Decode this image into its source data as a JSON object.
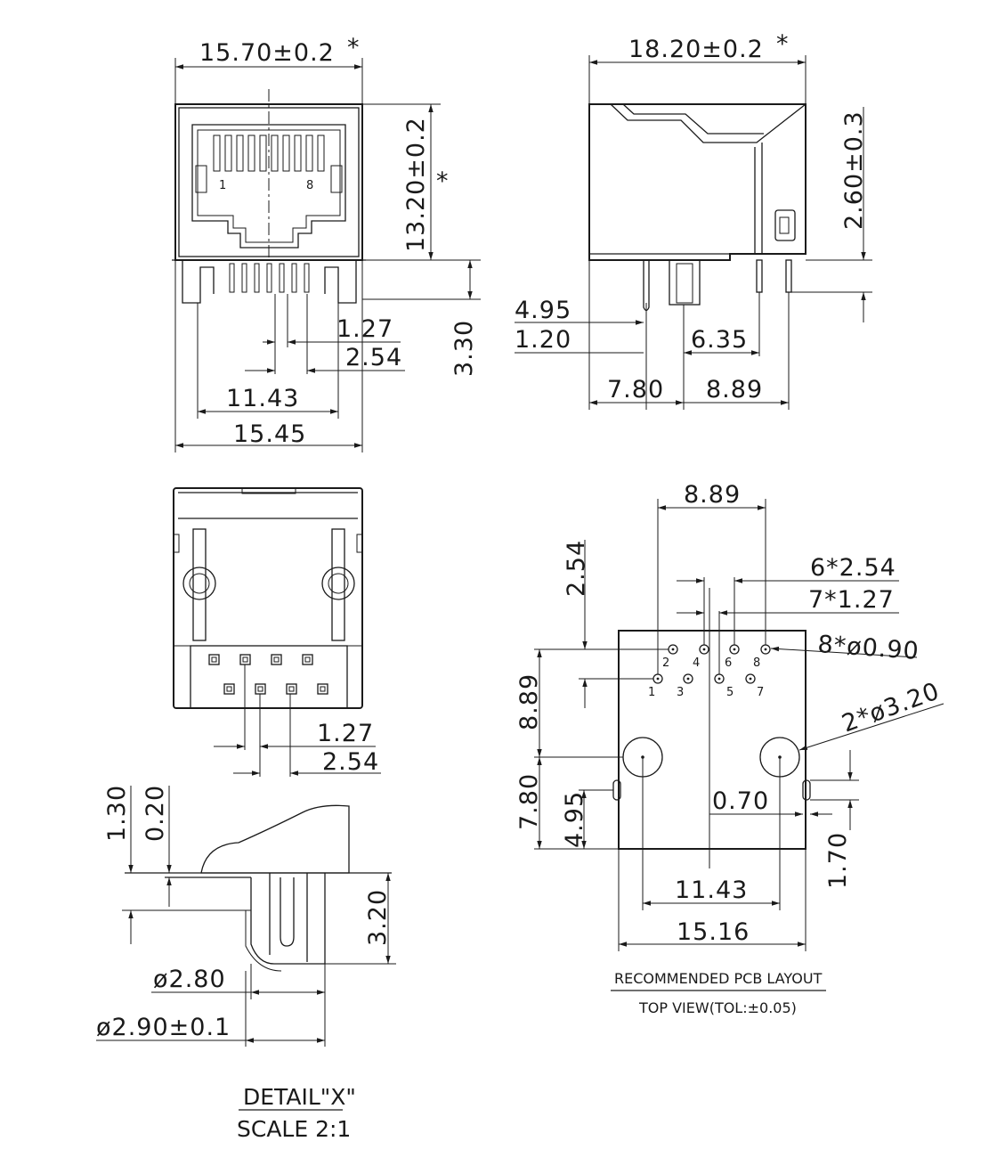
{
  "front_view": {
    "width_tol": "15.70±0.2",
    "height_tol": "13.20±0.2",
    "star_top": "*",
    "star_side": "*",
    "pin1_label": "1",
    "pin8_label": "8",
    "dim_pitch_small": "1.27",
    "dim_pitch_large": "2.54",
    "dim_leg_span": "11.43",
    "dim_base_width": "15.45",
    "dim_leg_length": "3.30"
  },
  "side_view": {
    "length_tol": "18.20±0.2",
    "star": "*",
    "dim_offset": "2.60±0.3",
    "dim_a": "4.95",
    "dim_b": "1.20",
    "dim_c": "6.35",
    "dim_d": "7.80",
    "dim_e": "8.89"
  },
  "bottom_view": {
    "dim_pitch_small": "1.27",
    "dim_pitch_large": "2.54"
  },
  "detail_view": {
    "dim_h1": "1.30",
    "dim_h2": "0.20",
    "dim_h3": "3.20",
    "dim_d1": "ø2.80",
    "dim_d2": "ø2.90±0.1",
    "title": "DETAIL\"X\"",
    "scale": "SCALE 2:1"
  },
  "pcb_layout": {
    "dim_top": "8.89",
    "dim_row": "2.54",
    "dim_pitch6": "6*2.54",
    "dim_pitch7": "7*1.27",
    "dim_holes": "8*ø0.90",
    "dim_peg": "2*ø3.20",
    "dim_left_upper": "8.89",
    "dim_left_lower": "7.80",
    "dim_left_inner": "4.95",
    "dim_inner": "0.70",
    "dim_right": "1.70",
    "dim_peg_span": "11.43",
    "dim_width": "15.16",
    "pins": [
      "1",
      "2",
      "3",
      "4",
      "5",
      "6",
      "7",
      "8"
    ],
    "title": "RECOMMENDED PCB LAYOUT",
    "subtitle": "TOP VIEW(TOL:±0.05)"
  }
}
